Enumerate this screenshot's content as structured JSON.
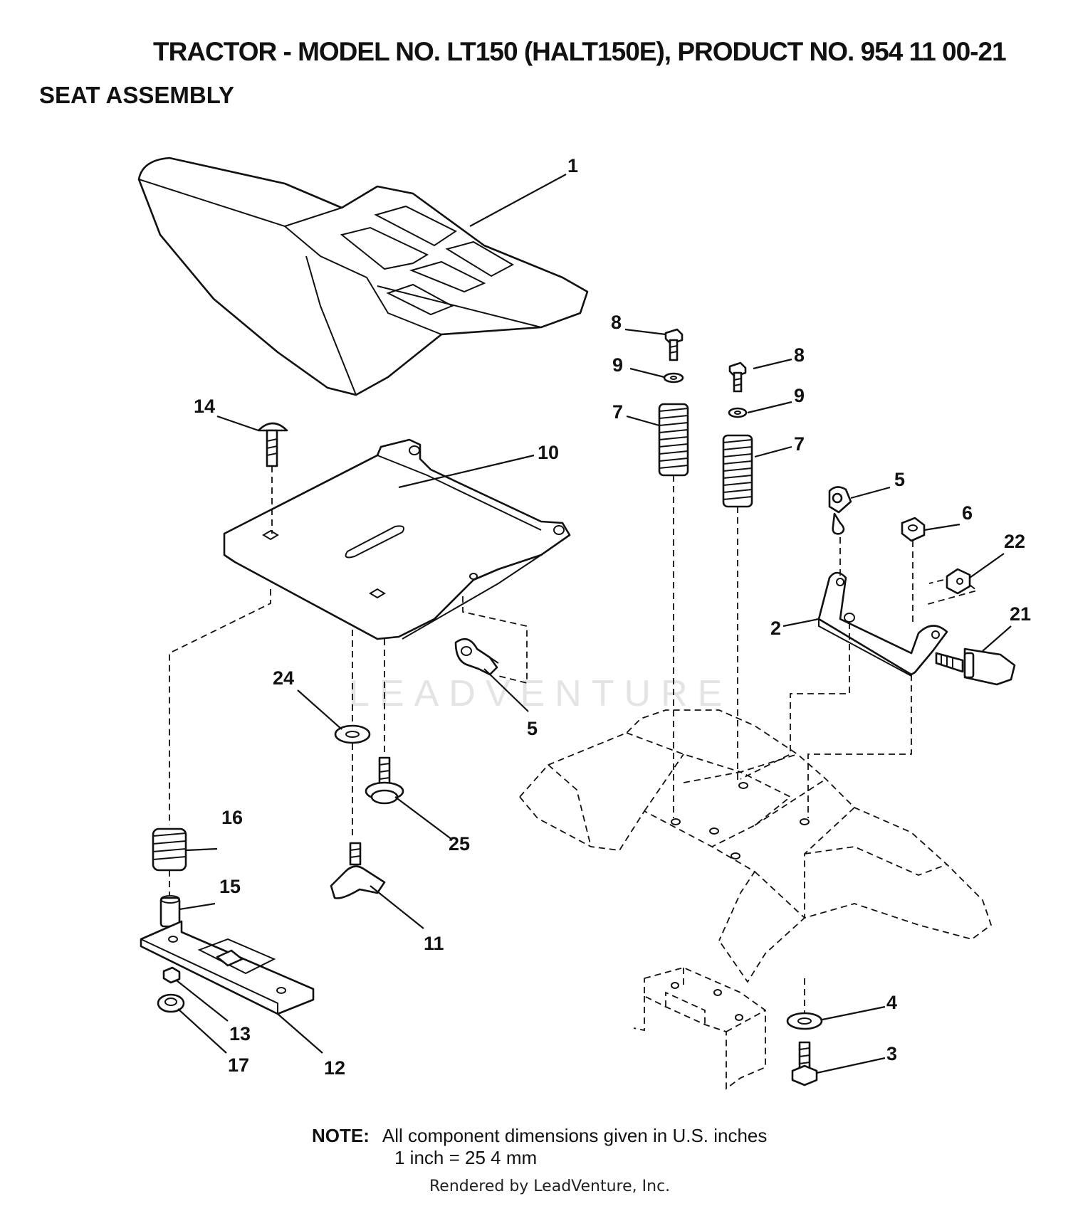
{
  "header": {
    "title": "TRACTOR - MODEL NO. LT150 (HALT150E), PRODUCT NO. 954 11 00-21",
    "subtitle": "SEAT  ASSEMBLY"
  },
  "callouts": {
    "c1": "1",
    "c2": "2",
    "c3": "3",
    "c4": "4",
    "c5a": "5",
    "c5b": "5",
    "c6": "6",
    "c7a": "7",
    "c7b": "7",
    "c8a": "8",
    "c8b": "8",
    "c9a": "9",
    "c9b": "9",
    "c10": "10",
    "c11": "11",
    "c12": "12",
    "c13": "13",
    "c14": "14",
    "c15": "15",
    "c16": "16",
    "c17": "17",
    "c21": "21",
    "c22": "22",
    "c24": "24",
    "c25": "25"
  },
  "note": {
    "label": "NOTE:",
    "line1": "All component dimensions given in U.S. inches",
    "line2": "1 inch = 25 4 mm"
  },
  "watermark": "LEADVENTURE",
  "footer": "Rendered by LeadVenture, Inc."
}
